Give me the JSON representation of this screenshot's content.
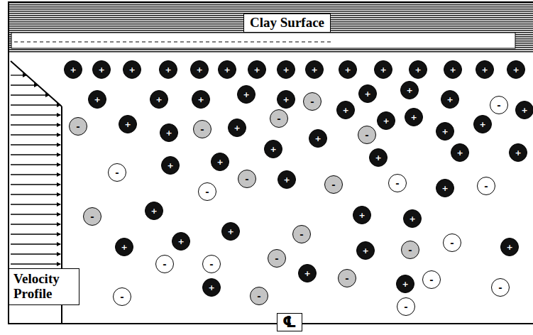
{
  "diagram": {
    "nodes": [
      {
        "text": [
          "Clay Surface"
        ]
      },
      {
        "text": [
          "+"
        ]
      },
      {
        "text": [
          "+"
        ]
      },
      {
        "text": [
          "+"
        ]
      },
      {
        "text": [
          "+"
        ]
      },
      {
        "text": [
          "+"
        ]
      },
      {
        "text": [
          "+"
        ]
      },
      {
        "text": [
          "+"
        ]
      },
      {
        "text": [
          "+"
        ]
      },
      {
        "text": [
          "+"
        ]
      },
      {
        "text": [
          "+"
        ]
      },
      {
        "text": [
          "+"
        ]
      },
      {
        "text": [
          "+"
        ]
      },
      {
        "text": [
          "+"
        ]
      },
      {
        "text": [
          "+"
        ]
      },
      {
        "text": [
          "+"
        ]
      },
      {
        "text": [
          "+"
        ]
      },
      {
        "text": [
          "+"
        ]
      },
      {
        "text": [
          "+"
        ]
      },
      {
        "text": [
          "+"
        ]
      },
      {
        "text": [
          "+"
        ]
      },
      {
        "text": [
          "+"
        ]
      },
      {
        "text": [
          "+"
        ]
      },
      {
        "text": [
          "+"
        ]
      },
      {
        "text": [
          "-"
        ]
      },
      {
        "text": [
          "-"
        ]
      },
      {
        "text": [
          "+"
        ]
      },
      {
        "text": [
          "+"
        ]
      },
      {
        "text": [
          "-"
        ]
      },
      {
        "text": [
          "+"
        ]
      },
      {
        "text": [
          "+"
        ]
      },
      {
        "text": [
          "+"
        ]
      },
      {
        "text": [
          "+"
        ]
      },
      {
        "text": [
          "-"
        ]
      },
      {
        "text": [
          "+"
        ]
      },
      {
        "text": [
          "-"
        ]
      },
      {
        "text": [
          "+"
        ]
      },
      {
        "text": [
          "+"
        ]
      },
      {
        "text": [
          "-"
        ]
      },
      {
        "text": [
          "+"
        ]
      },
      {
        "text": [
          "+"
        ]
      },
      {
        "text": [
          "+"
        ]
      },
      {
        "text": [
          "+"
        ]
      },
      {
        "text": [
          "+"
        ]
      },
      {
        "text": [
          "+"
        ]
      },
      {
        "text": [
          "+"
        ]
      },
      {
        "text": [
          "-"
        ]
      },
      {
        "text": [
          "-"
        ]
      },
      {
        "text": [
          "+"
        ]
      },
      {
        "text": [
          "-"
        ]
      },
      {
        "text": [
          "-"
        ]
      },
      {
        "text": [
          "-"
        ]
      },
      {
        "text": [
          "+"
        ]
      },
      {
        "text": [
          "-"
        ]
      },
      {
        "text": [
          "+"
        ]
      },
      {
        "text": [
          "+"
        ]
      },
      {
        "text": [
          "-"
        ]
      },
      {
        "text": [
          "+"
        ]
      },
      {
        "text": [
          "+"
        ]
      },
      {
        "text": [
          "-"
        ]
      },
      {
        "text": [
          "+"
        ]
      },
      {
        "text": [
          "-"
        ]
      },
      {
        "text": [
          "+"
        ]
      },
      {
        "text": [
          "+"
        ]
      },
      {
        "text": [
          "-"
        ]
      },
      {
        "text": [
          "+"
        ]
      },
      {
        "text": [
          "-"
        ]
      },
      {
        "text": [
          "-"
        ]
      },
      {
        "text": [
          "-"
        ]
      },
      {
        "text": [
          "+"
        ]
      },
      {
        "text": [
          "-"
        ]
      },
      {
        "text": [
          "-"
        ]
      },
      {
        "text": [
          "+"
        ]
      },
      {
        "text": [
          "+"
        ]
      },
      {
        "text": [
          "-"
        ]
      },
      {
        "text": [
          "-"
        ]
      },
      {
        "text": [
          "-"
        ]
      },
      {
        "text": [
          "-"
        ]
      },
      {
        "text": [
          "Velocity Profile"
        ]
      },
      {
        "text": [
          "℄"
        ]
      }
    ]
  }
}
